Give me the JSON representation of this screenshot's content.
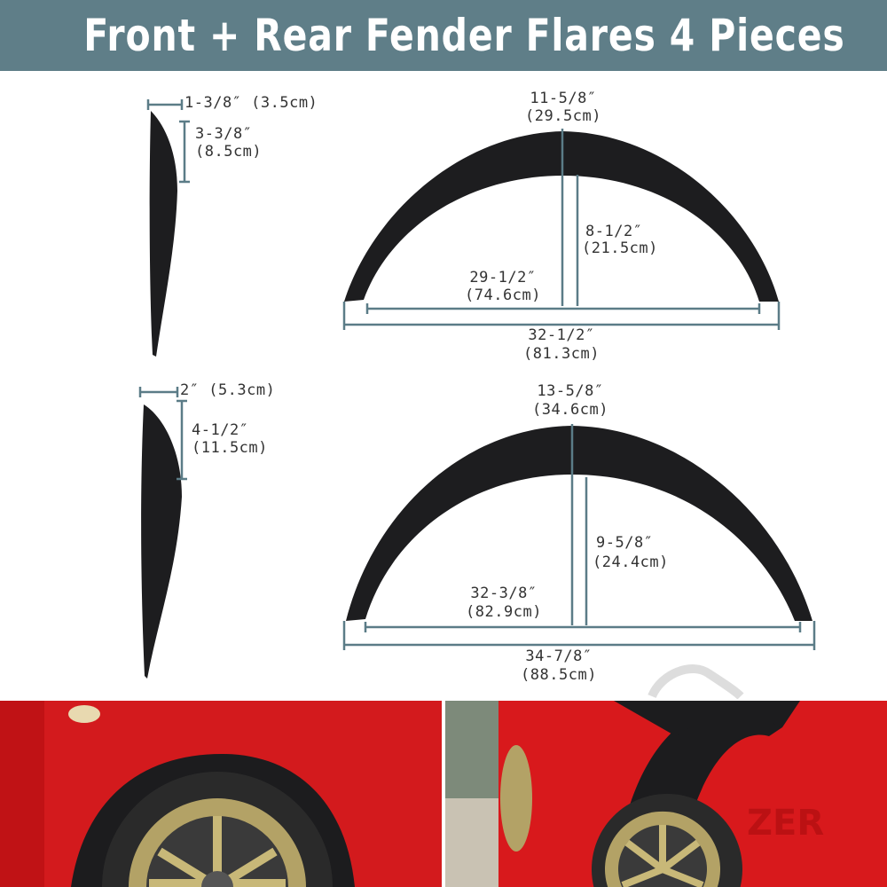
{
  "title": "Front + Rear Fender Flares 4 Pieces",
  "front": {
    "width_top": "1-3/8″ (3.5cm)",
    "depth_in": "3-3/8″",
    "depth_cm": "(8.5cm)",
    "arc_top_in": "11-5/8″",
    "arc_top_cm": "(29.5cm)",
    "height_in": "8-1/2″",
    "height_cm": "(21.5cm)",
    "inner_in": "29-1/2″",
    "inner_cm": "(74.6cm)",
    "outer_in": "32-1/2″",
    "outer_cm": "(81.3cm)"
  },
  "rear": {
    "width_top": "2″ (5.3cm)",
    "depth_in": "4-1/2″",
    "depth_cm": "(11.5cm)",
    "arc_top_in": "13-5/8″",
    "arc_top_cm": "(34.6cm)",
    "height_in": "9-5/8″",
    "height_cm": "(24.4cm)",
    "inner_in": "32-3/8″",
    "inner_cm": "(82.9cm)",
    "outer_in": "34-7/8″",
    "outer_cm": "(88.5cm)"
  },
  "watermark": "ZER",
  "colors": {
    "banner": "#5f7e88",
    "dimension_line": "#5b7c87",
    "flare": "#1c1c1e",
    "car": "#d8191c",
    "wheel": "#b3a266"
  }
}
